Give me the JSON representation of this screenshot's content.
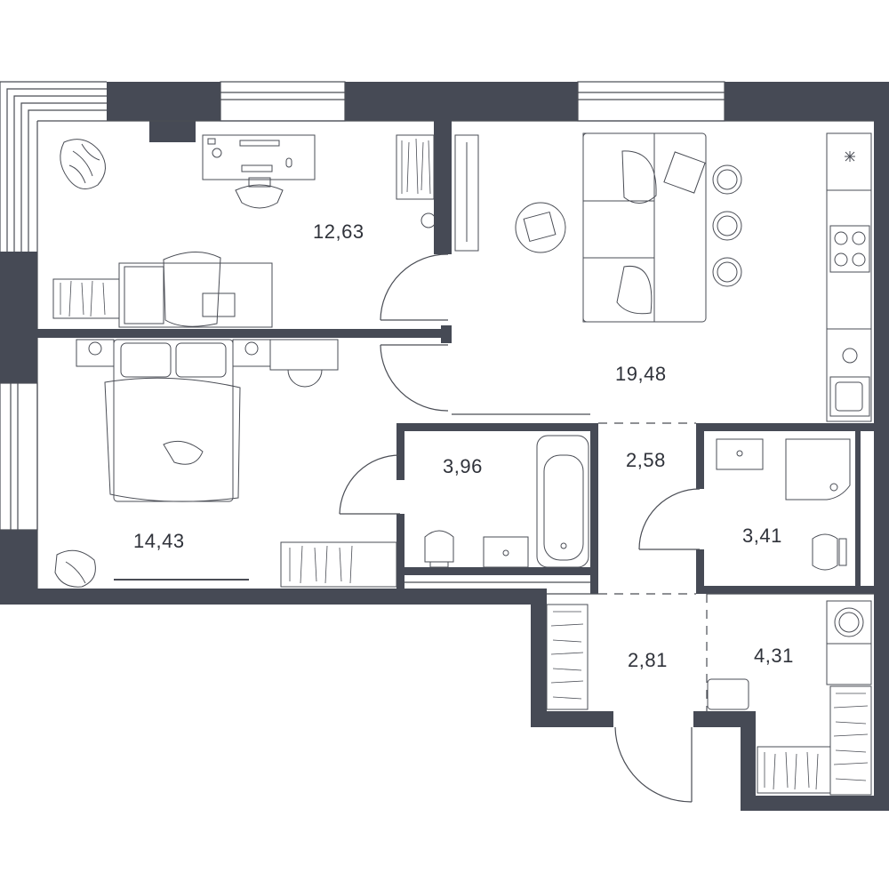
{
  "colors": {
    "wall": "#464a55",
    "line": "#4a4d55",
    "background": "#ffffff"
  },
  "rooms": [
    {
      "id": "bedroom-1",
      "area": "12,63"
    },
    {
      "id": "living-kitchen",
      "area": "19,48"
    },
    {
      "id": "bathroom-1",
      "area": "3,96"
    },
    {
      "id": "hall",
      "area": "2,58"
    },
    {
      "id": "bedroom-2",
      "area": "14,43"
    },
    {
      "id": "bathroom-2",
      "area": "3,41"
    },
    {
      "id": "entrance",
      "area": "2,81"
    },
    {
      "id": "wardrobe-laundry",
      "area": "4,31"
    }
  ]
}
